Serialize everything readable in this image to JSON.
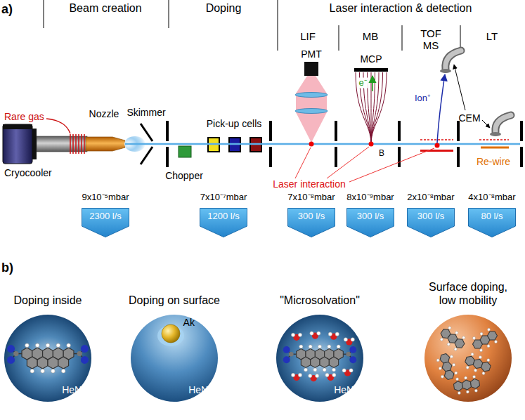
{
  "diagram": {
    "nodes": [
      {
        "text": [
          "2300 l/s"
        ]
      },
      {
        "text": [
          "1200 l/s"
        ]
      },
      {
        "text": [
          "300 l/s"
        ]
      },
      {
        "text": [
          "300 l/s"
        ]
      },
      {
        "text": [
          "300 l/s"
        ]
      },
      {
        "text": [
          "80 l/s"
        ]
      },
      {
        "text": [
          "Doping inside",
          "HeN"
        ]
      },
      {
        "text": [
          "Doping on surface",
          "Ak",
          "HeN"
        ]
      },
      {
        "text": [
          "\"Microsolvation\"",
          "HeN"
        ]
      },
      {
        "text": [
          "Surface doping, low mobility"
        ]
      }
    ],
    "labels": [
      "a)",
      "Beam creation",
      "Doping",
      "Laser interaction & detection",
      "LIF",
      "MB",
      "TOF MS",
      "LT",
      "PMT",
      "MCP",
      "e⁻",
      "B",
      "Ion⁺",
      "CEM",
      "Rare gas",
      "Nozzle",
      "Skimmer",
      "Pick-up cells",
      "Cryocooler",
      "Chopper",
      "Re-wire",
      "Laser interaction",
      "9x10⁻⁵mbar",
      "7x10⁻⁷mbar",
      "7x10⁻⁸mbar",
      "8x10⁻⁹mbar",
      "2x10⁻⁸mbar",
      "4x10⁻⁸mbar",
      "b)"
    ]
  }
}
